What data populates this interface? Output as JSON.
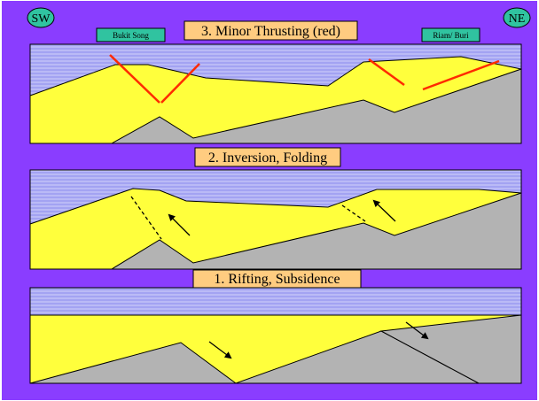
{
  "colors": {
    "frame": "#8a3dff",
    "water": "#a3a3f2",
    "water_line": "#e6e6ff",
    "sediment": "#ffff3c",
    "basement": "#b3b3b3",
    "thrust": "#ff2a00",
    "title_box": "#ffcc80",
    "label_box": "#30c3a0",
    "compass": "#30c3a0"
  },
  "compass": {
    "left": "SW",
    "right": "NE"
  },
  "panels": [
    {
      "title": "3. Minor Thrusting (red)",
      "labels": [
        "Bukit Song",
        "Riam/ Buri"
      ]
    },
    {
      "title": "2. Inversion, Folding"
    },
    {
      "title": "1. Rifting, Subsidence"
    }
  ],
  "icons": {
    "arrow": "arrow-icon"
  }
}
